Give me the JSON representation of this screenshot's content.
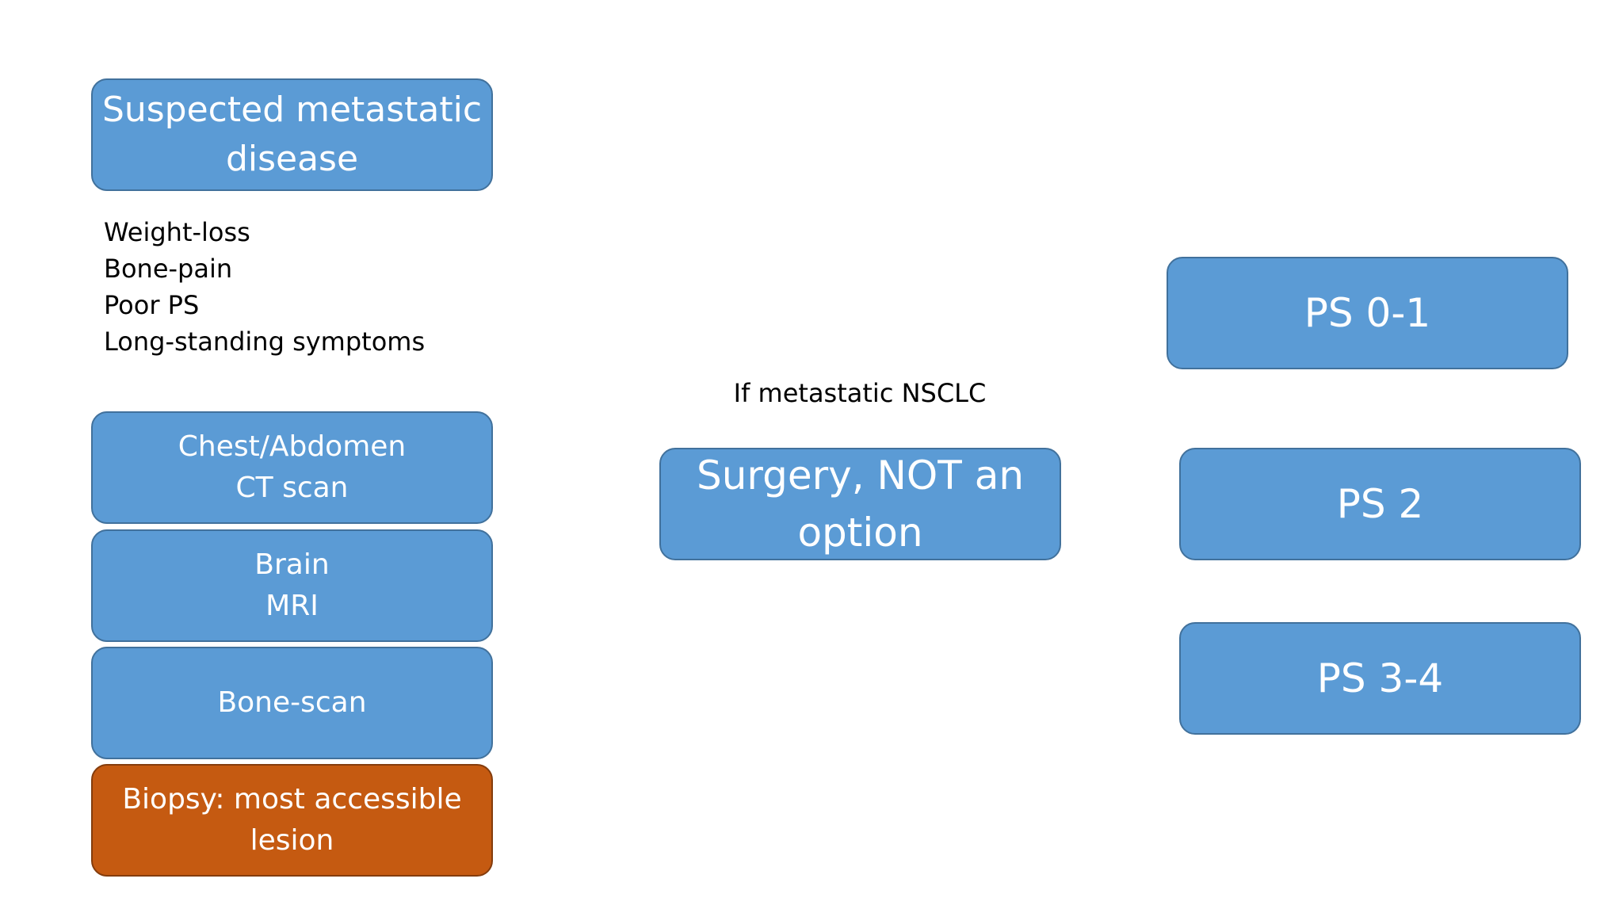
{
  "diagram": {
    "suspected": {
      "lines": [
        "Suspected metastatic",
        "disease"
      ]
    },
    "symptoms": [
      "Weight-loss",
      "Bone-pain",
      "Poor PS",
      "Long-standing symptoms"
    ],
    "workup": {
      "ct": [
        "Chest/Abdomen",
        "CT scan"
      ],
      "mri": [
        "Brain",
        "MRI"
      ],
      "bone": [
        "Bone-scan"
      ],
      "biopsy": [
        "Biopsy: most accessible",
        "lesion"
      ]
    },
    "condition_label": "If metastatic NSCLC",
    "surgery": {
      "lines": [
        "Surgery, NOT an",
        "option"
      ]
    },
    "ps_boxes": {
      "ps01": "PS 0-1",
      "ps2": "PS 2",
      "ps34": "PS 3-4"
    },
    "colors": {
      "blue_fill": "#5b9bd5",
      "blue_border": "#41719c",
      "orange_fill": "#c55a11",
      "orange_border": "#843c0c",
      "text_white": "#ffffff",
      "text_black": "#000000"
    }
  }
}
